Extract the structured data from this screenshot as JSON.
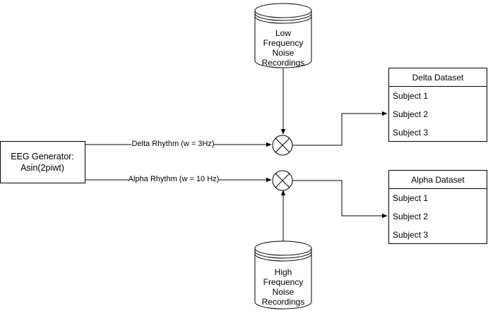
{
  "generator": {
    "line1": "EEG Generator:",
    "line2": "Asin(2piwt)"
  },
  "edges": {
    "delta_label": "Delta Rhythm (w = 3Hz)",
    "alpha_label": "Alpha Rhythm (w = 10 Hz)"
  },
  "low_noise": {
    "lines": [
      "Low",
      "Frequency",
      "Noise",
      "Recordings"
    ]
  },
  "high_noise": {
    "lines": [
      "High",
      "Frequency",
      "Noise",
      "Recordings"
    ]
  },
  "delta_dataset": {
    "title": "Delta Dataset",
    "items": [
      "Subject 1",
      "Subject 2",
      "Subject 3"
    ]
  },
  "alpha_dataset": {
    "title": "Alpha Dataset",
    "items": [
      "Subject 1",
      "Subject 2",
      "Subject 3"
    ]
  },
  "colors": {
    "stroke": "#000000",
    "fill": "#ffffff"
  }
}
